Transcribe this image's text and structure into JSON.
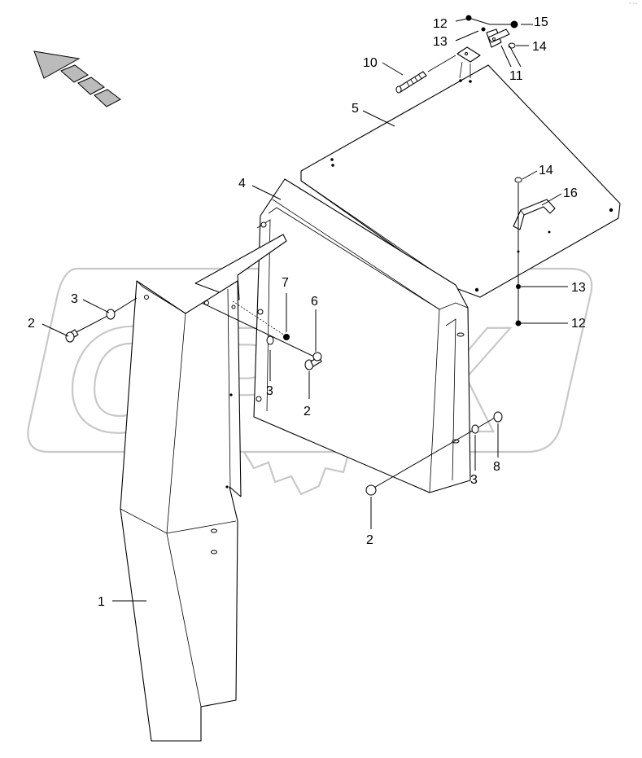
{
  "figure": {
    "type": "exploded parts diagram",
    "corner_mark": "~ ~~"
  },
  "watermark": {
    "text": "OPEX",
    "color": "#c8c8c8"
  },
  "direction_indicator": {
    "icon": "direction-arrow-icon",
    "points": "upper-left"
  },
  "callouts": [
    {
      "id": "c1",
      "text": "1",
      "part": "upright cover panel"
    },
    {
      "id": "c2a",
      "text": "2",
      "part": "bolt"
    },
    {
      "id": "c2b",
      "text": "2",
      "part": "bolt"
    },
    {
      "id": "c2c",
      "text": "2",
      "part": "bolt"
    },
    {
      "id": "c3a",
      "text": "3",
      "part": "washer"
    },
    {
      "id": "c3b",
      "text": "3",
      "part": "washer"
    },
    {
      "id": "c3c",
      "text": "3",
      "part": "washer"
    },
    {
      "id": "c4",
      "text": "4",
      "part": "box housing"
    },
    {
      "id": "c5",
      "text": "5",
      "part": "lid"
    },
    {
      "id": "c6",
      "text": "6",
      "part": "bolt"
    },
    {
      "id": "c7",
      "text": "7",
      "part": "nut"
    },
    {
      "id": "c8",
      "text": "8",
      "part": "nut"
    },
    {
      "id": "c10",
      "text": "10",
      "part": "hinge pin"
    },
    {
      "id": "c11",
      "text": "11",
      "part": "hinge bracket"
    },
    {
      "id": "c12a",
      "text": "12",
      "part": "nut"
    },
    {
      "id": "c12b",
      "text": "12",
      "part": "nut"
    },
    {
      "id": "c13a",
      "text": "13",
      "part": "washer"
    },
    {
      "id": "c13b",
      "text": "13",
      "part": "washer"
    },
    {
      "id": "c14a",
      "text": "14",
      "part": "screw"
    },
    {
      "id": "c14b",
      "text": "14",
      "part": "screw"
    },
    {
      "id": "c15",
      "text": "15",
      "part": "cap nut"
    },
    {
      "id": "c16",
      "text": "16",
      "part": "handle"
    }
  ],
  "colors": {
    "line": "#000000",
    "background": "#ffffff",
    "watermark": "#c8c8c8"
  }
}
